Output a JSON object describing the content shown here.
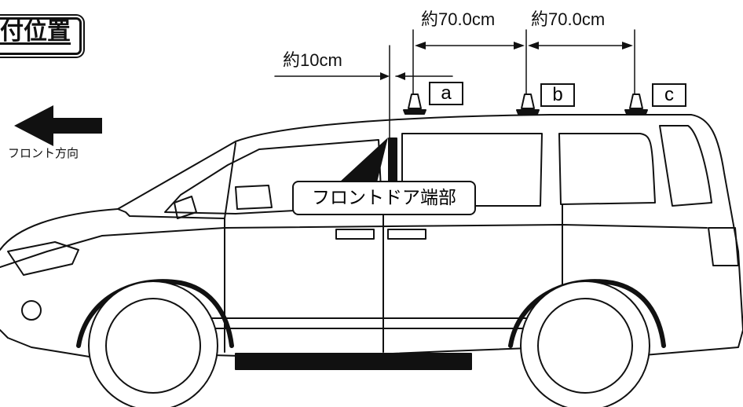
{
  "title": "付位置",
  "front_direction_label": "フロント方向",
  "door_edge_label": "フロントドア端部",
  "dimensions": {
    "front_offset": "約10cm",
    "span_ab": "約70.0cm",
    "span_bc": "約70.0cm"
  },
  "attachment_points": [
    {
      "id": "a",
      "label": "a"
    },
    {
      "id": "b",
      "label": "b"
    },
    {
      "id": "c",
      "label": "c"
    }
  ],
  "colors": {
    "line": "#111111",
    "background": "#ffffff"
  }
}
